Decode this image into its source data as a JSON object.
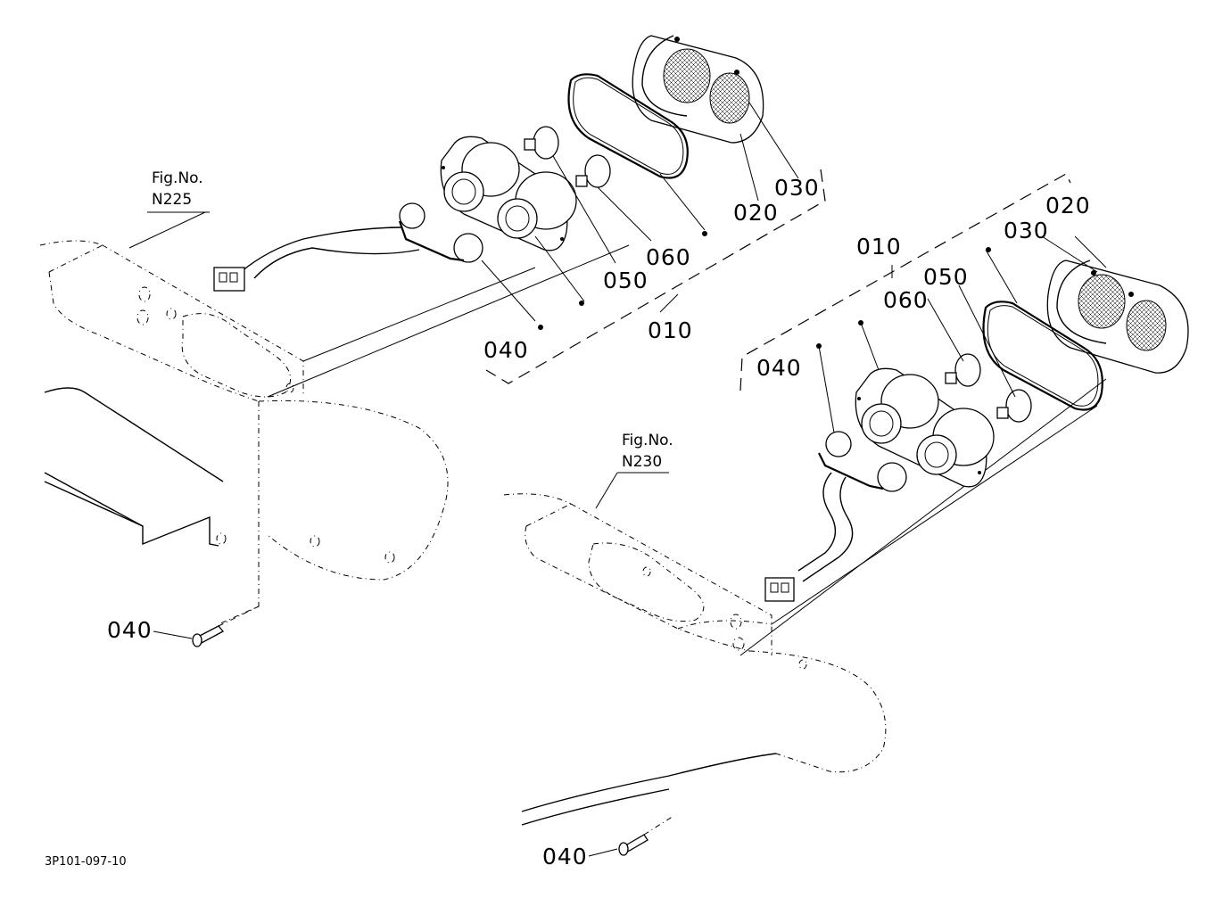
{
  "labels": {
    "left_fig_no": "Fig.No.",
    "left_fig_ref": "N225",
    "right_fig_no": "Fig.No.",
    "right_fig_ref": "N230",
    "left_020": "020",
    "left_030": "030",
    "left_060": "060",
    "left_050": "050",
    "left_040": "040",
    "left_010": "010",
    "screw_left_040": "040",
    "right_020": "020",
    "right_030": "030",
    "right_010": "010",
    "right_050": "050",
    "right_060": "060",
    "right_040": "040",
    "screw_right_040": "040",
    "drawing_code": "3P101-097-10"
  }
}
